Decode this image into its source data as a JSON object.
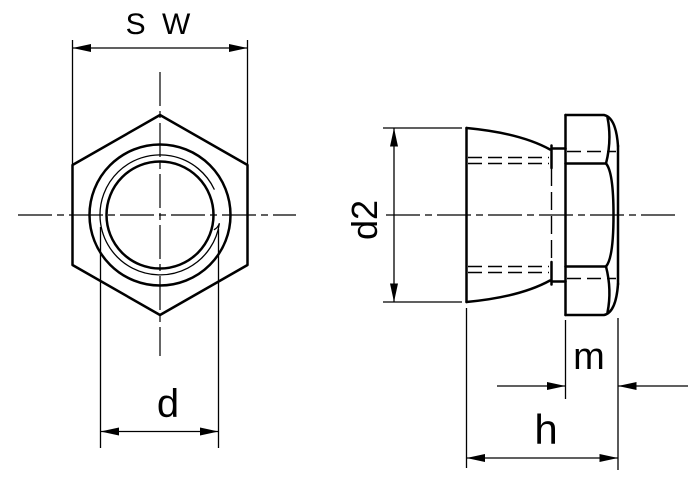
{
  "drawing": {
    "labels": {
      "width_across_flats": "S W",
      "thread_diameter": "d",
      "collar_diameter": "d2",
      "nut_height": "m",
      "total_height": "h"
    },
    "colors": {
      "line": "#000000",
      "background": "#ffffff"
    }
  }
}
